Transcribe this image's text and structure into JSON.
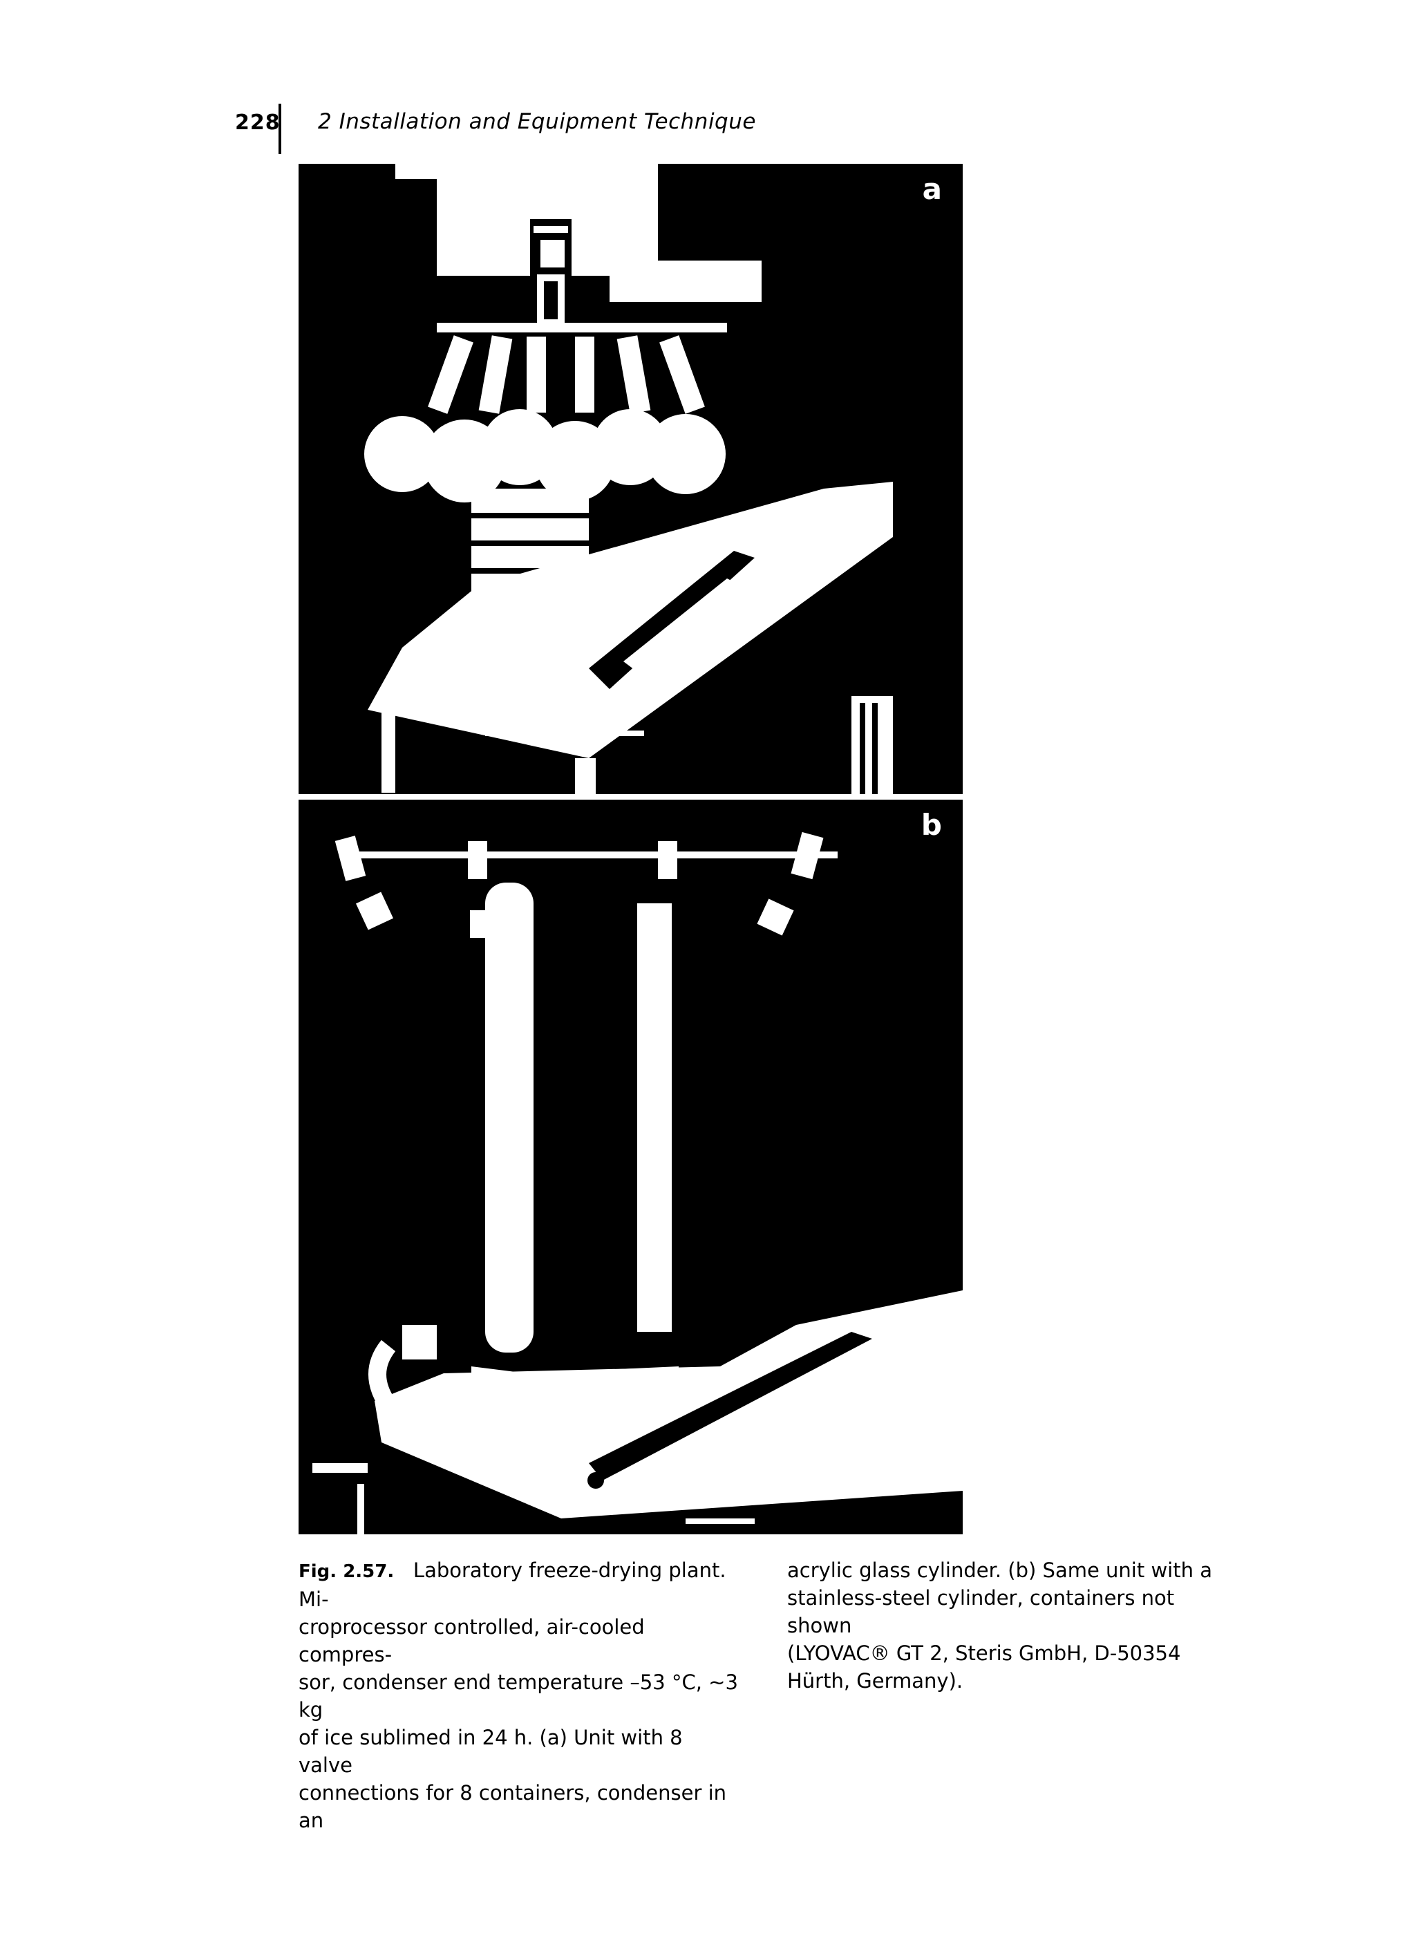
{
  "header": {
    "page_number": "228",
    "running_title": "2 Installation and Equipment Technique"
  },
  "figure": {
    "panel_a_label": "a",
    "panel_b_label": "b"
  },
  "caption": {
    "label": "Fig. 2.57.",
    "left_lines": [
      "Laboratory freeze-drying plant. Mi-",
      "croprocessor controlled, air-cooled compres-",
      "sor, condenser end temperature –53 °C, ~3 kg",
      "of ice sublimed in 24 h. (a) Unit with 8 valve",
      "connections for 8 containers, condenser in an"
    ],
    "right_lines": [
      "acrylic glass cylinder. (b) Same unit with a",
      "stainless-steel cylinder, containers not shown",
      "(LYOVAC® GT 2, Steris GmbH, D-50354",
      "Hürth, Germany)."
    ]
  }
}
